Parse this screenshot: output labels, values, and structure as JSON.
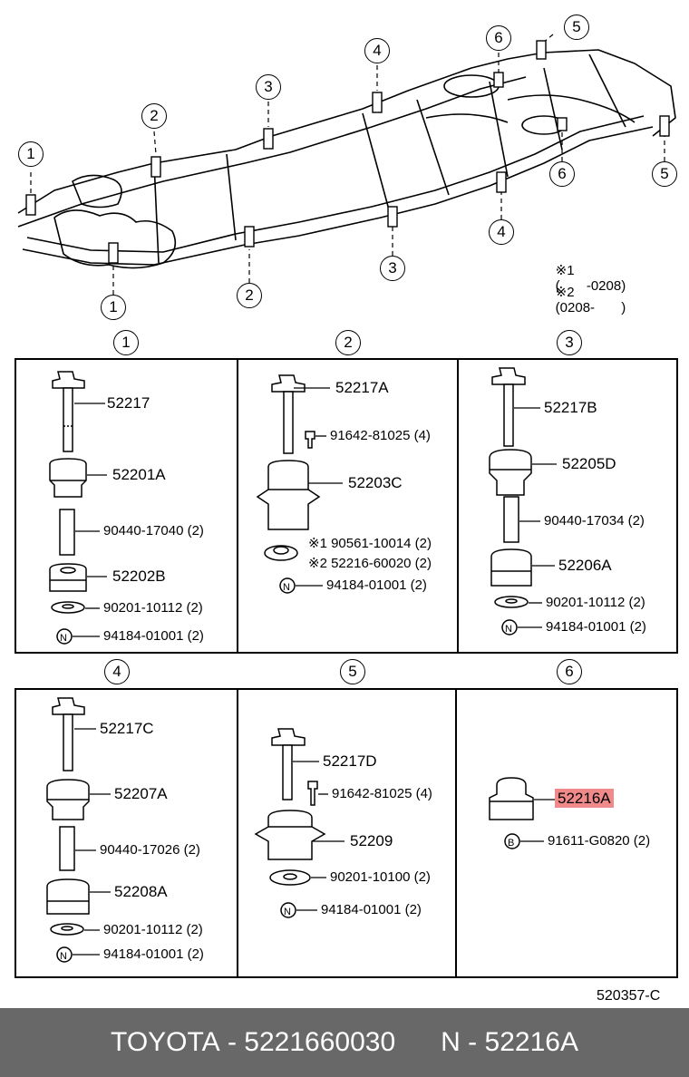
{
  "diagram_code": "520357-C",
  "overview_notes": [
    {
      "mark": "※1",
      "text": "(       -0208)"
    },
    {
      "mark": "※2",
      "text": "(0208-       )"
    }
  ],
  "overview_callouts": [
    "1",
    "2",
    "3",
    "4",
    "6",
    "5",
    "6",
    "5",
    "4",
    "3",
    "2",
    "1"
  ],
  "sections": [
    {
      "id": "1",
      "parts": [
        {
          "num": "52217"
        },
        {
          "num": "52201A"
        },
        {
          "num": "90440-17040 (2)"
        },
        {
          "num": "52202B"
        },
        {
          "num": "90201-10112 (2)"
        },
        {
          "num": "94184-01001 (2)",
          "badge": "N"
        }
      ]
    },
    {
      "id": "2",
      "parts": [
        {
          "num": "52217A"
        },
        {
          "num": "91642-81025 (4)"
        },
        {
          "num": "52203C"
        },
        {
          "num": "90561-10014 (2)",
          "mark": "※1"
        },
        {
          "num": "52216-60020 (2)",
          "mark": "※2"
        },
        {
          "num": "94184-01001 (2)",
          "badge": "N"
        }
      ]
    },
    {
      "id": "3",
      "parts": [
        {
          "num": "52217B"
        },
        {
          "num": "52205D"
        },
        {
          "num": "90440-17034 (2)"
        },
        {
          "num": "52206A"
        },
        {
          "num": "90201-10112 (2)"
        },
        {
          "num": "94184-01001 (2)",
          "badge": "N"
        }
      ]
    },
    {
      "id": "4",
      "parts": [
        {
          "num": "52217C"
        },
        {
          "num": "52207A"
        },
        {
          "num": "90440-17026 (2)"
        },
        {
          "num": "52208A"
        },
        {
          "num": "90201-10112 (2)"
        },
        {
          "num": "94184-01001 (2)",
          "badge": "N"
        }
      ]
    },
    {
      "id": "5",
      "parts": [
        {
          "num": "52217D"
        },
        {
          "num": "91642-81025 (4)"
        },
        {
          "num": "52209"
        },
        {
          "num": "90201-10100 (2)"
        },
        {
          "num": "94184-01001 (2)",
          "badge": "N"
        }
      ]
    },
    {
      "id": "6",
      "parts": [
        {
          "num": "52216A",
          "highlight": true
        },
        {
          "num": "91611-G0820 (2)",
          "badge": "B"
        }
      ]
    }
  ],
  "footer": {
    "brand": "TOYOTA",
    "part_number": "5221660030",
    "callout": "N",
    "part_name": "52216A"
  },
  "colors": {
    "highlight": "#f08a8a",
    "footer_bg": "#686868"
  }
}
